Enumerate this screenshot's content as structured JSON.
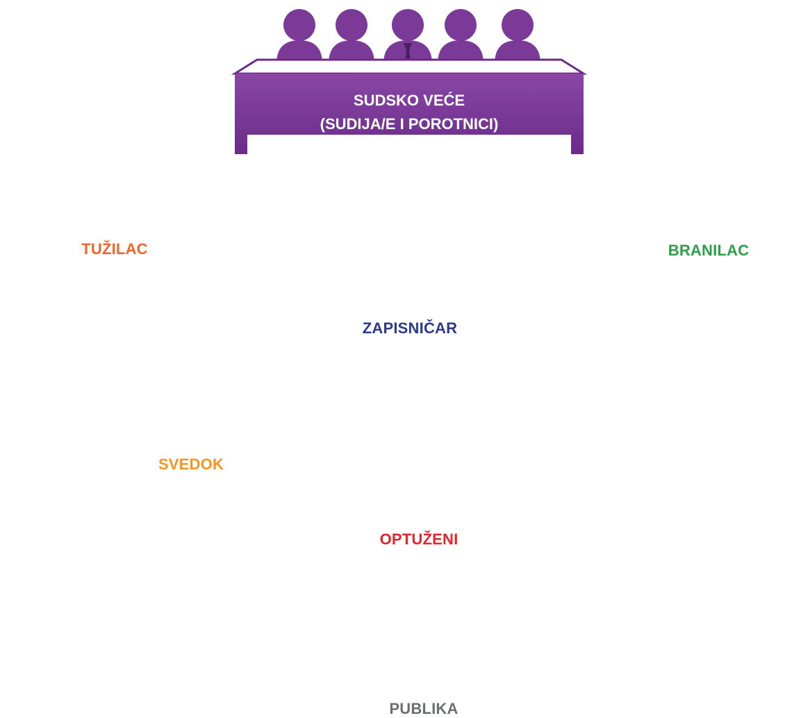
{
  "diagram": {
    "judges": {
      "line1": "SUDSKO VEĆE",
      "line2": "(SUDIJA/E I POROTNICI)"
    },
    "prosecutor": {
      "label": "TUŽILAC"
    },
    "defense": {
      "label": "BRANILAC"
    },
    "clerk": {
      "label": "ZAPISNIČAR"
    },
    "witness": {
      "label": "SVEDOK"
    },
    "accused": {
      "label": "OPTUŽENI"
    },
    "public": {
      "label": "PUBLIKA"
    }
  },
  "colors": {
    "judges": "#7b3a98",
    "prosecutor": "#f0652a",
    "defense": "#2aa048",
    "clerk": "#2b3990",
    "witness": "#f7a02a",
    "accused": "#e3262b",
    "public": "#6d6e71"
  },
  "icons": [
    "judge-person-icon",
    "prosecutor-desk-icon",
    "defense-desk-icon",
    "clerk-podium-icon",
    "witness-stand-icon",
    "accused-bench-icon",
    "public-audience-icon"
  ]
}
